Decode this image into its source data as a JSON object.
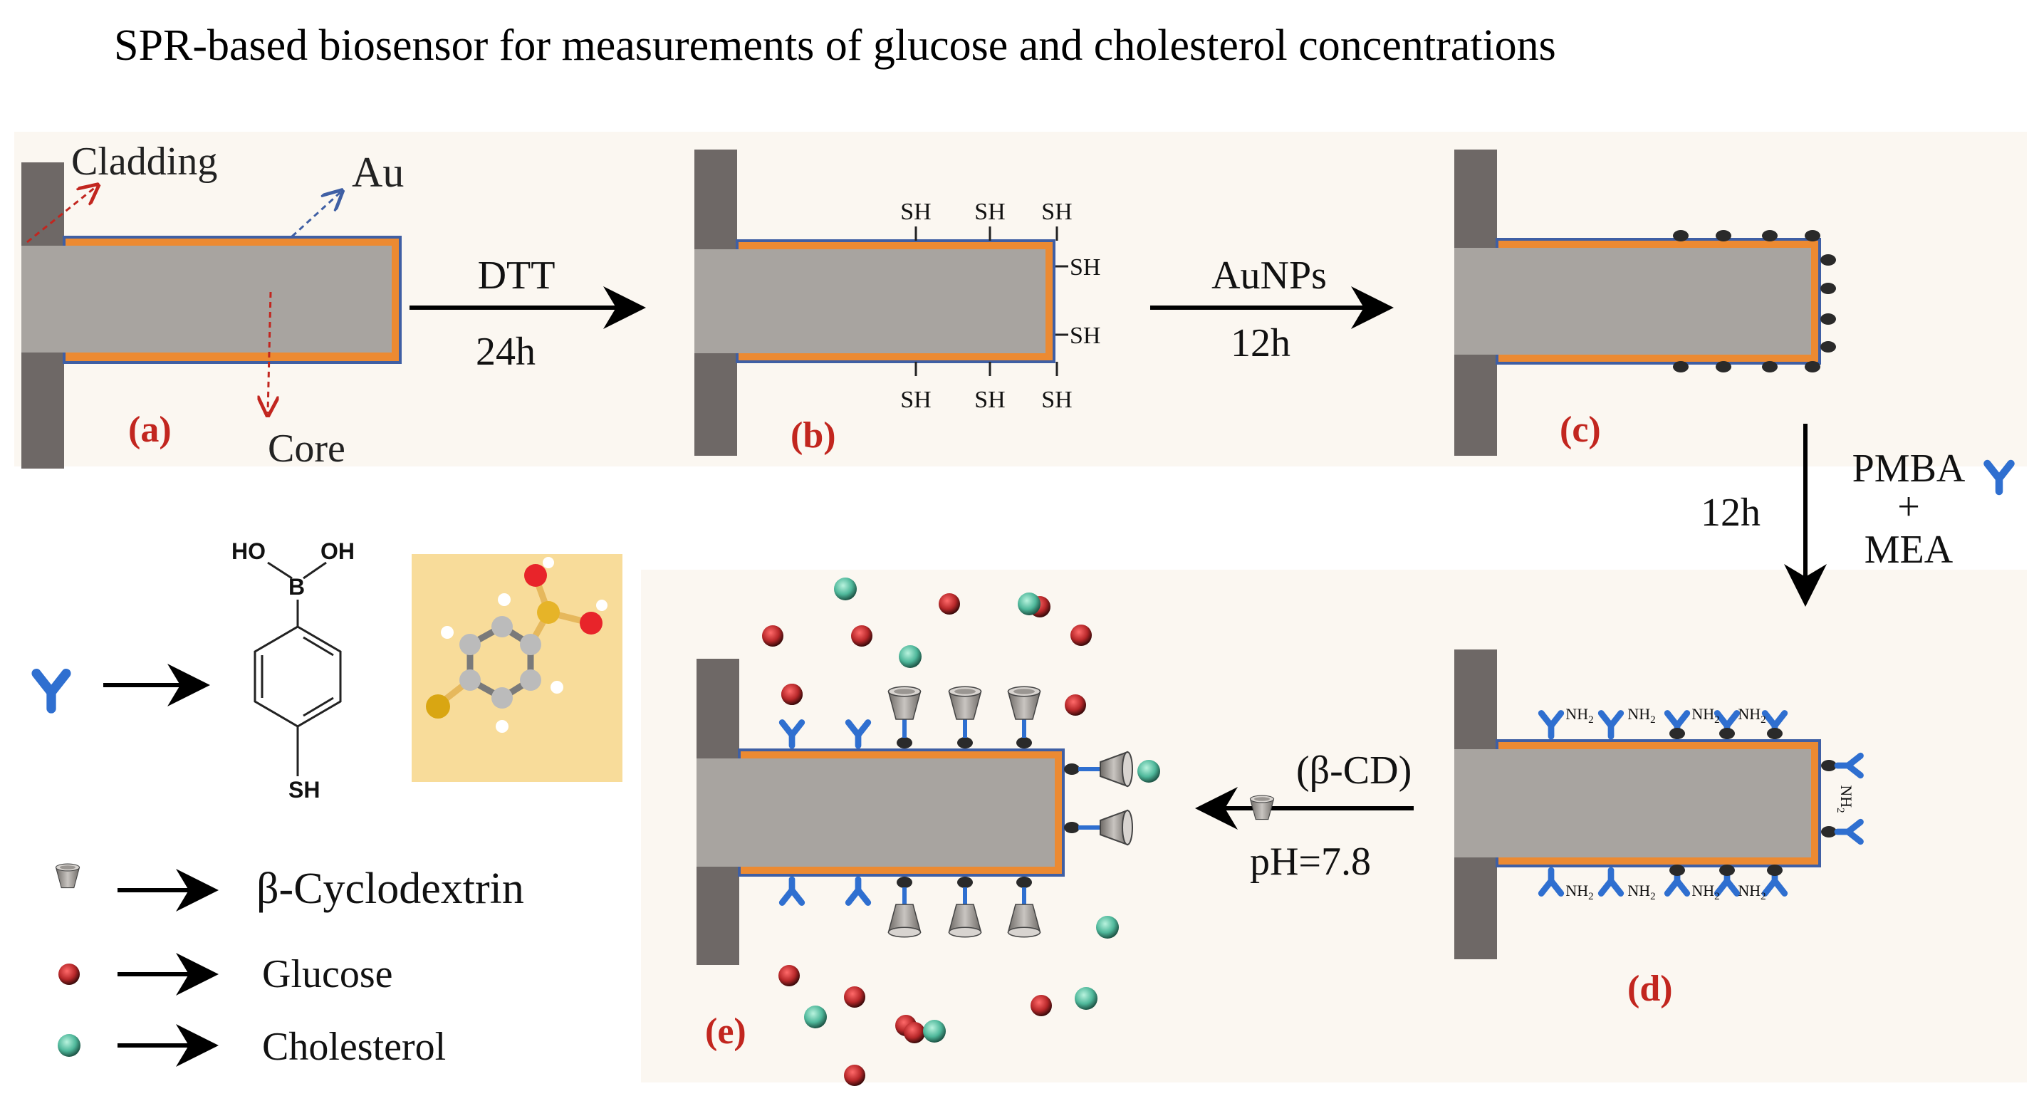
{
  "title": "SPR-based biosensor for measurements of glucose and cholesterol concentrations",
  "colors": {
    "panel_bg": "#fbf7f1",
    "clamp": "#6e6866",
    "core": "#a8a4a0",
    "gold_layer": "#ec8a32",
    "outline": "#3f5fa4",
    "linker": "#2f6fd0",
    "label_red": "#c2261f",
    "glucose": "#b8282a",
    "cholesterol": "#4fb89b",
    "aunp": "#2a2a2a",
    "molecule_bg": "#f8dc9a"
  },
  "panel_a": {
    "label": "(a)",
    "cladding": "Cladding",
    "au": "Au",
    "core": "Core"
  },
  "panel_b": {
    "label": "(b)",
    "sh": "SH"
  },
  "panel_c": {
    "label": "(c)"
  },
  "panel_d": {
    "label": "(d)",
    "nh2": "NH",
    "sub2": "2"
  },
  "panel_e": {
    "label": "(e)"
  },
  "steps": {
    "step1_reagent": "DTT",
    "step1_time": "24h",
    "step2_reagent": "AuNPs",
    "step2_time": "12h",
    "step3_time": "12h",
    "step3_reagent1": "PMBA",
    "step3_plus": "+",
    "step3_reagent2": "MEA",
    "step4_reagent": "(β-CD)",
    "step4_ph": "pH=7.8"
  },
  "molecule": {
    "ho": "HO",
    "oh": "OH",
    "b": "B",
    "sh": "SH"
  },
  "legend": {
    "cyclodextrin": "β-Cyclodextrin",
    "glucose": "Glucose",
    "cholesterol": "Cholesterol"
  }
}
